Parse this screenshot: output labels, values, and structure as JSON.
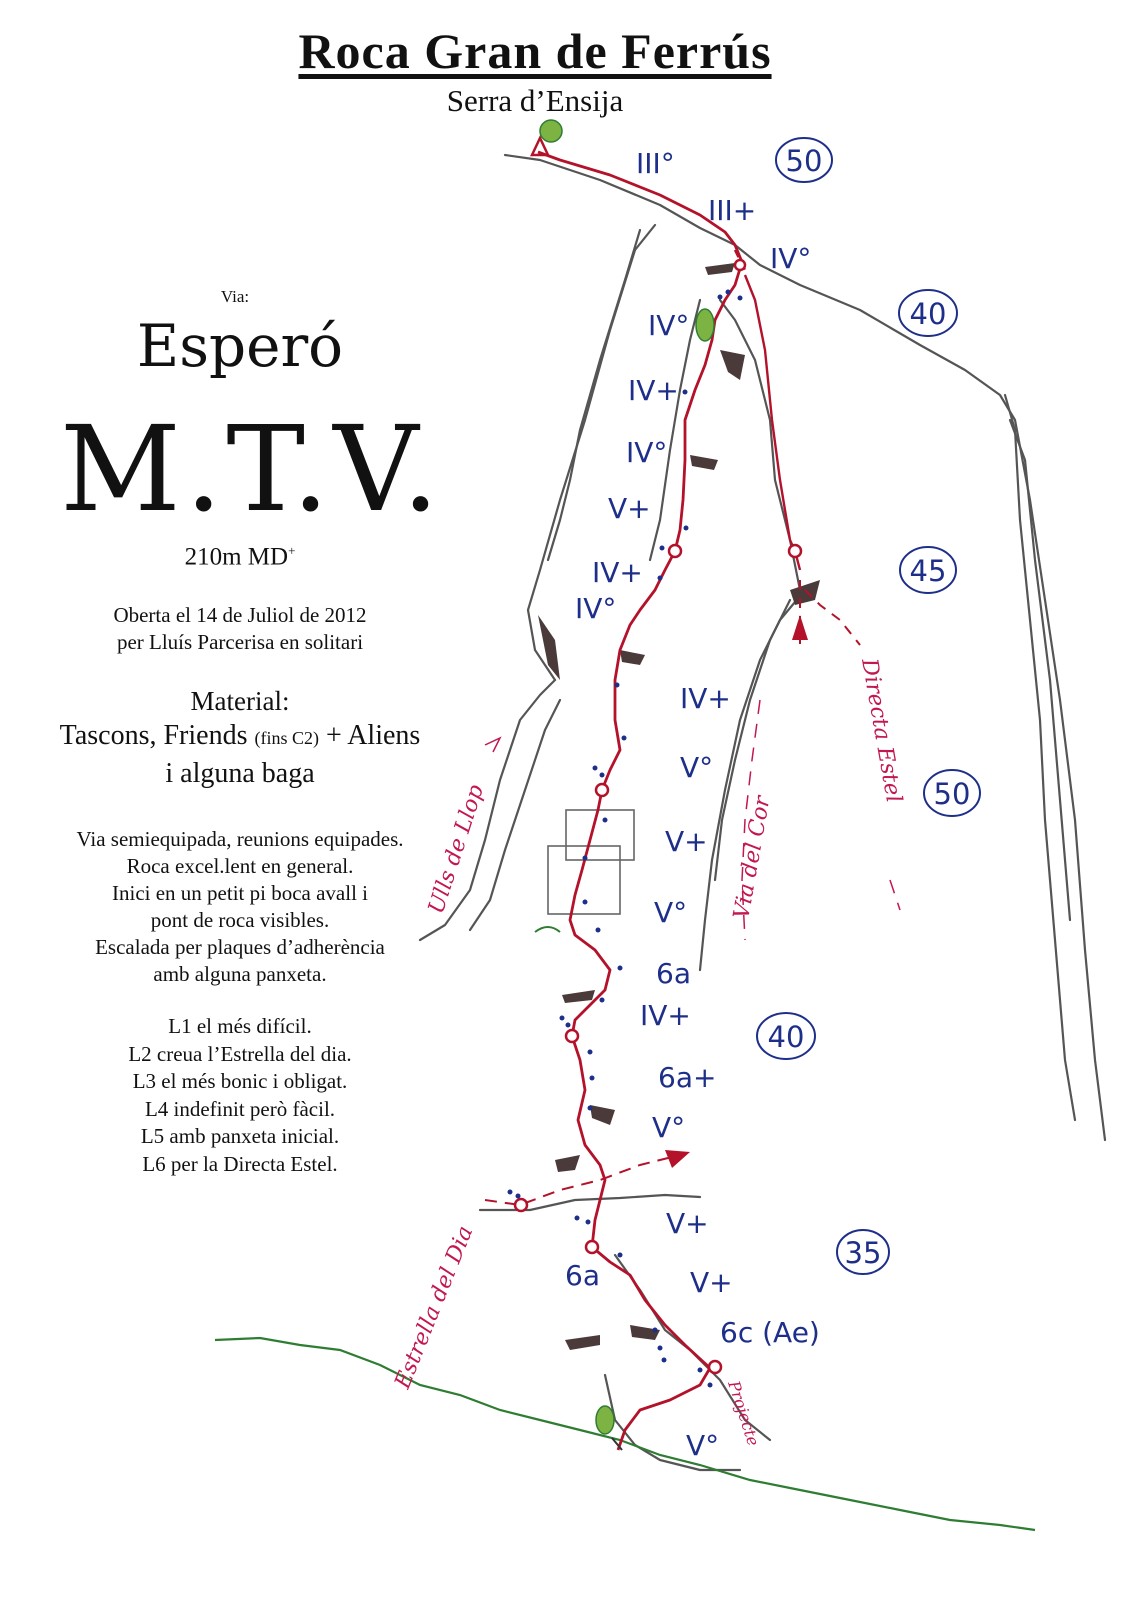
{
  "header": {
    "title": "Roca Gran de Ferrús",
    "subtitle": "Serra d’Ensija"
  },
  "route": {
    "via_label": "Via:",
    "name": "Esperó",
    "acronym": "M.T.V.",
    "length_grade": "210m  MD",
    "grade_sup": "+",
    "opened_lines": [
      "Oberta el 14 de Juliol de 2012",
      "per Lluís Parcerisa en solitari"
    ]
  },
  "material": {
    "heading": "Material:",
    "line1_a": "Tascons, Friends ",
    "line1_small": "(fins C2)",
    "line1_b": " + Aliens",
    "line2": "i alguna baga"
  },
  "description": [
    "Via semiequipada, reunions equipades.",
    "Roca excel.lent en general.",
    "Inici en un petit pi boca avall i",
    "pont de roca visibles.",
    "Escalada per plaques d’adherència",
    "amb alguna panxeta."
  ],
  "pitch_notes": [
    "L1 el més difícil.",
    "L2 creua l’Estrella del dia.",
    "L3 el més bonic i obligat.",
    "L4 indefinit però fàcil.",
    "L5 amb panxeta inicial.",
    "L6 per la Directa Estel."
  ],
  "topo": {
    "grades": [
      "III°",
      "III+",
      "IV°",
      "IV°",
      "IV+",
      "IV°",
      "V+",
      "IV+",
      "IV°",
      "IV+",
      "V°",
      "V+",
      "V°",
      "6a",
      "IV+",
      "6a+",
      "V°",
      "V+",
      "6a",
      "V+",
      "6c (Ae)",
      "V°"
    ],
    "pitch_lengths": [
      "50",
      "40",
      "45",
      "50",
      "40",
      "35"
    ],
    "other_routes": [
      "Ulls de Llop",
      "Via del Cor",
      "Directa Estel",
      "Estrella del Dia",
      "Projecte"
    ],
    "colors": {
      "route": "#b3122a",
      "grade_ink": "#1e2f8a",
      "rock_ink": "#555555",
      "ground": "#2e7d32",
      "other_route_ink": "#c2184f"
    }
  }
}
